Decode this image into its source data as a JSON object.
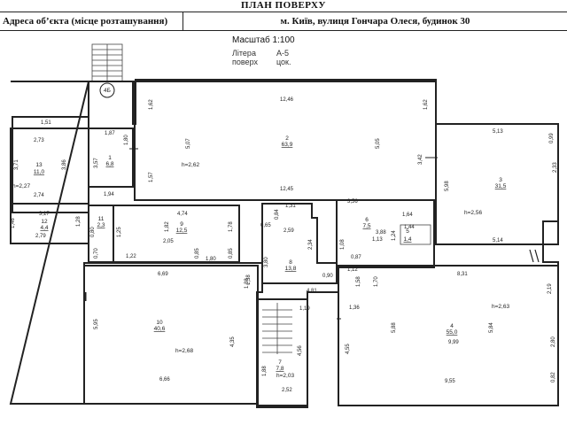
{
  "header": {
    "title": "ПЛАН ПОВЕРХУ",
    "address_label": "Адреса об’єкта (місце розташування)",
    "address_value": "м. Київ, вулиця Гончара Олеся, будинок 30"
  },
  "meta": {
    "scale": "Масштаб 1:100",
    "litera_label": [
      "Літера",
      "поверх"
    ],
    "litera_value": [
      "А-5",
      "цок."
    ],
    "marker": "4Б"
  },
  "rooms": [
    {
      "id": "r1",
      "number": "1",
      "area": "6,8"
    },
    {
      "id": "r2",
      "number": "2",
      "area": "63,9",
      "height": "h=2,62"
    },
    {
      "id": "r3",
      "number": "3",
      "area": "31,5",
      "height": "h=2,56"
    },
    {
      "id": "r4",
      "number": "4",
      "area": "55,0",
      "height": "h=2,63"
    },
    {
      "id": "r5",
      "number": "5",
      "area": "1,4"
    },
    {
      "id": "r6",
      "number": "6",
      "area": "7,5"
    },
    {
      "id": "r7",
      "number": "7",
      "area": "7,8",
      "height": "h=2,03"
    },
    {
      "id": "r8",
      "number": "8",
      "area": "13,8"
    },
    {
      "id": "r9",
      "number": "9",
      "area": "12,5"
    },
    {
      "id": "r10",
      "number": "10",
      "area": "40,6",
      "height": "h=2,68"
    },
    {
      "id": "r11",
      "number": "11",
      "area": "2,3"
    },
    {
      "id": "r12",
      "number": "12",
      "area": "4,4"
    },
    {
      "id": "r13",
      "number": "13",
      "area": "11,0",
      "height": "h=2,27"
    }
  ],
  "dims": {
    "d1": "1,51",
    "d2": "2,73",
    "d3": "3,71",
    "d4": "3,86",
    "d5": "2,74",
    "d6": "3,17",
    "d7": "2,79",
    "d8": "1,46",
    "d9": "1,28",
    "d10": "1,87",
    "d11": "1,80",
    "d12": "3,57",
    "d13": "1,94",
    "d14": "12,46",
    "d15": "1,62",
    "d16": "5,07",
    "d17": "5,05",
    "d18": "1,62",
    "d19": "1,57",
    "d20": "12,45",
    "d21": "3,42",
    "d22": "5,13",
    "d23": "0,99",
    "d24": "5,98",
    "d25": "2,33",
    "d26": "5,14",
    "d27": "4,74",
    "d28": "1,82",
    "d29": "2,05",
    "d30": "1,78",
    "d31": "0,85",
    "d32": "1,80",
    "d33": "0,85",
    "d34": "0,80",
    "d35": "1,22",
    "d36": "0,70",
    "d37": "1,25",
    "d38": "0,65",
    "d39": "0,84",
    "d40": "1,31",
    "d41": "2,59",
    "d42": "2,34",
    "d43": "3,80",
    "d44": "0,90",
    "d45": "4,81",
    "d46": "1,19",
    "d47": "1,38",
    "d48": "3,56",
    "d49": "1,64",
    "d50": "3,88",
    "d51": "1,13",
    "d52": "1,24",
    "d53": "1,44",
    "d54": "1,08",
    "d55": "0,87",
    "d56": "1,12",
    "d57": "1,58",
    "d58": "1,70",
    "d59": "6,69",
    "d60": "5,95",
    "d61": "4,35",
    "d62": "6,66",
    "d63": "1,38",
    "d64": "4,56",
    "d65": "1,88",
    "d66": "2,52",
    "d67": "8,31",
    "d68": "2,19",
    "d69": "1,36",
    "d70": "5,88",
    "d71": "5,84",
    "d72": "9,99",
    "d73": "2,80",
    "d74": "9,55",
    "d75": "0,82",
    "d76": "4,55"
  }
}
